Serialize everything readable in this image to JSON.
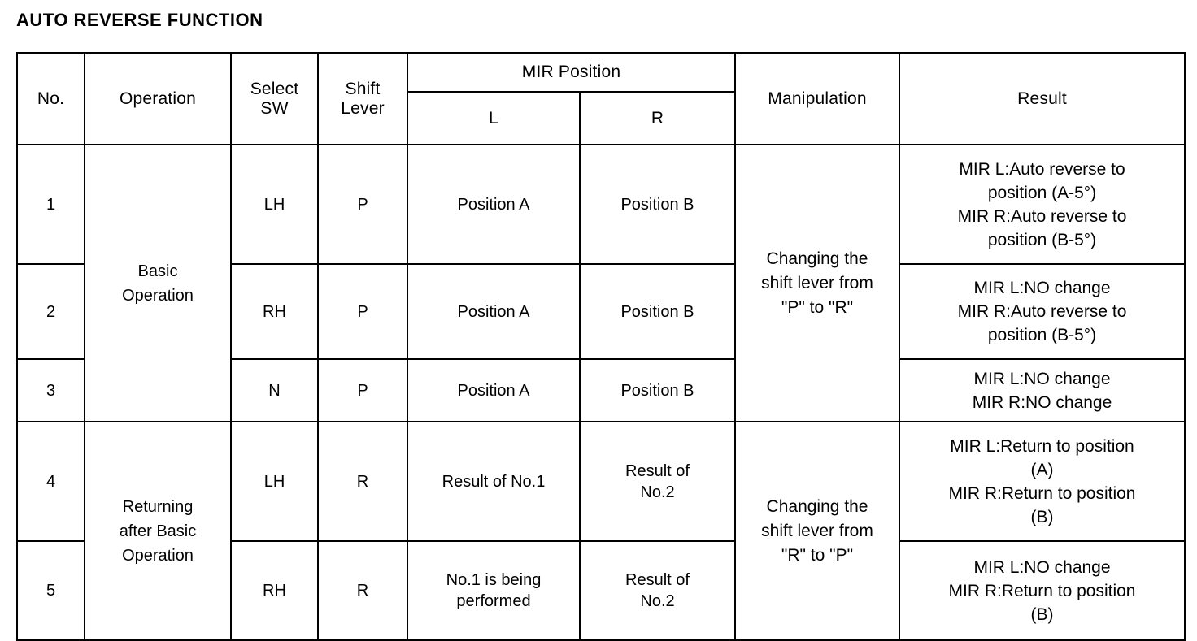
{
  "document": {
    "title": "AUTO REVERSE FUNCTION"
  },
  "table": {
    "headers": {
      "no": "No.",
      "operation": "Operation",
      "select_sw": "Select\nSW",
      "select_sw_line1": "Select",
      "select_sw_line2": "SW",
      "shift_lever_line1": "Shift",
      "shift_lever_line2": "Lever",
      "mir_position": "MIR Position",
      "mir_l": "L",
      "mir_r": "R",
      "manipulation": "Manipulation",
      "result": "Result"
    },
    "groups": [
      {
        "operation": "Basic\nOperation",
        "operation_line1": "Basic",
        "operation_line2": "Operation",
        "manipulation_line1": "Changing the",
        "manipulation_line2": "shift lever from",
        "manipulation_line3": "\"P\" to \"R\"",
        "rows": [
          {
            "no": "1",
            "select_sw": "LH",
            "shift_lever": "P",
            "mir_l": "Position A",
            "mir_r": "Position B",
            "result_line1": "MIR L:Auto reverse to",
            "result_line2": "position (A-5°)",
            "result_line3": "MIR R:Auto reverse to",
            "result_line4": "position (B-5°)"
          },
          {
            "no": "2",
            "select_sw": "RH",
            "shift_lever": "P",
            "mir_l": "Position A",
            "mir_r": "Position B",
            "result_line1": "MIR L:NO change",
            "result_line2": "MIR R:Auto reverse to",
            "result_line3": "position (B-5°)",
            "result_line4": ""
          },
          {
            "no": "3",
            "select_sw": "N",
            "shift_lever": "P",
            "mir_l": "Position A",
            "mir_r": "Position B",
            "result_line1": "MIR L:NO change",
            "result_line2": "MIR R:NO change",
            "result_line3": "",
            "result_line4": ""
          }
        ]
      },
      {
        "operation": "Returning\nafter Basic\nOperation",
        "operation_line1": "Returning",
        "operation_line2": "after Basic",
        "operation_line3": "Operation",
        "manipulation_line1": "Changing the",
        "manipulation_line2": "shift lever from",
        "manipulation_line3": "\"R\" to \"P\"",
        "rows": [
          {
            "no": "4",
            "select_sw": "LH",
            "shift_lever": "R",
            "mir_l": "Result of No.1",
            "mir_r_line1": "Result of",
            "mir_r_line2": "No.2",
            "result_line1": "MIR L:Return to position",
            "result_line2": "(A)",
            "result_line3": "MIR R:Return to position",
            "result_line4": "(B)"
          },
          {
            "no": "5",
            "select_sw": "RH",
            "shift_lever": "R",
            "mir_l_line1": "No.1 is being",
            "mir_l_line2": "performed",
            "mir_r_line1": "Result of",
            "mir_r_line2": "No.2",
            "result_line1": "MIR L:NO change",
            "result_line2": "MIR R:Return to position",
            "result_line3": "(B)",
            "result_line4": ""
          }
        ]
      }
    ]
  },
  "colors": {
    "ink": "#000000",
    "paper": "#ffffff"
  }
}
